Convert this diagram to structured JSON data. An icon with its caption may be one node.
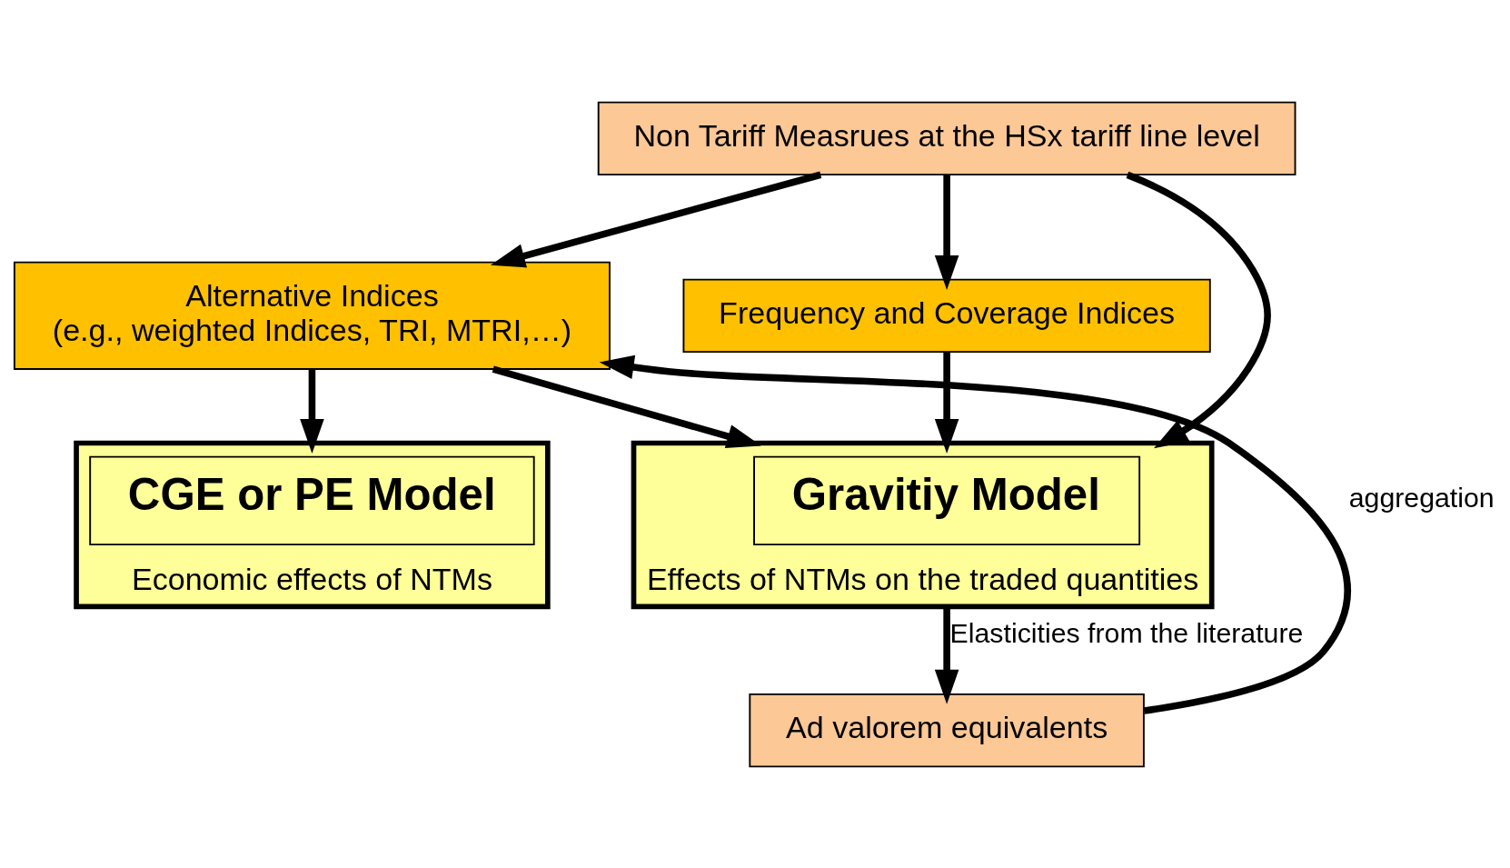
{
  "diagram": {
    "nodes": [
      {
        "text": [
          "Non Tariff Measrues at the HSx tariff line level"
        ]
      },
      {
        "text": [
          "Alternative Indices",
          "(e.g., weighted Indices, TRI, MTRI,…)"
        ]
      },
      {
        "text": [
          "Frequency and Coverage Indices"
        ]
      },
      {
        "text": [
          "Effects of NTMs on the traded quantities"
        ]
      },
      {
        "text": [
          "Gravitiy Model"
        ],
        "in": 3
      },
      {
        "text": [
          "Ad valorem equivalents"
        ]
      },
      {
        "text": [
          "Economic effects of NTMs"
        ]
      },
      {
        "text": [
          "CGE or PE Model"
        ],
        "in": 6
      }
    ],
    "edges": [
      {
        "from": 0,
        "to": 1,
        "arrow": "to"
      },
      {
        "from": 0,
        "to": 3,
        "arrow": "to"
      },
      {
        "from": 0,
        "to": 2,
        "arrow": "to"
      },
      {
        "from": 1,
        "to": 3,
        "arrow": "to"
      },
      {
        "from": 2,
        "to": 3,
        "arrow": "to"
      },
      {
        "from": 3,
        "to": 5,
        "arrow": "to",
        "label": "Elasticities from the literature"
      },
      {
        "from": 5,
        "to": 1,
        "arrow": "to",
        "label": "aggregation"
      },
      {
        "from": 1,
        "to": 6,
        "arrow": "to"
      }
    ]
  }
}
